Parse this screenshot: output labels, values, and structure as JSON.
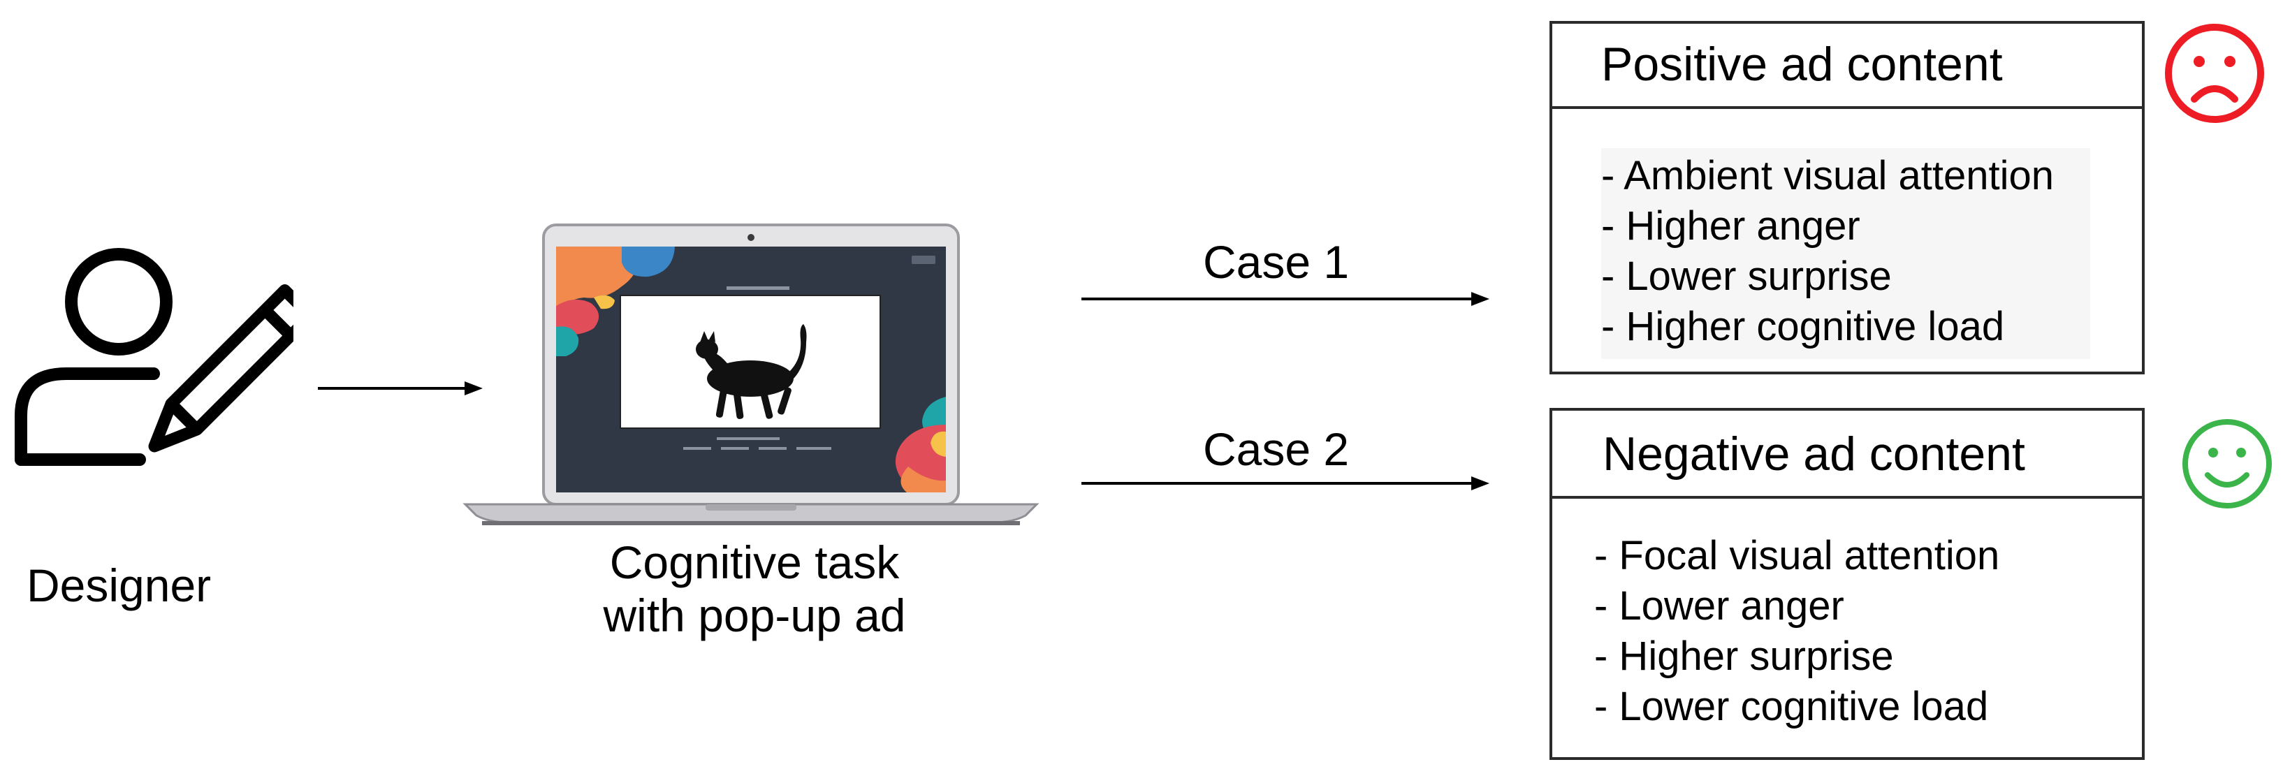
{
  "designer": {
    "label": "Designer",
    "icon": "person-with-pencil-icon"
  },
  "laptop": {
    "icon": "laptop-icon",
    "ad_image": "cat-silhouette-icon",
    "caption_line1": "Cognitive task",
    "caption_line2": "with pop-up ad"
  },
  "cases": [
    {
      "label": "Case 1",
      "box": {
        "title": "Positive ad content",
        "items": [
          "- Ambient visual attention",
          "- Higher anger",
          "- Lower surprise",
          "- Higher cognitive load"
        ],
        "emotion_icon": "sad-face-icon",
        "emotion_color": "#ee1c25"
      }
    },
    {
      "label": "Case 2",
      "box": {
        "title": "Negative ad content",
        "items": [
          "- Focal visual attention",
          "- Lower anger",
          "- Higher surprise",
          "- Lower cognitive load"
        ],
        "emotion_icon": "smiley-face-icon",
        "emotion_color": "#3bb44a"
      }
    }
  ]
}
